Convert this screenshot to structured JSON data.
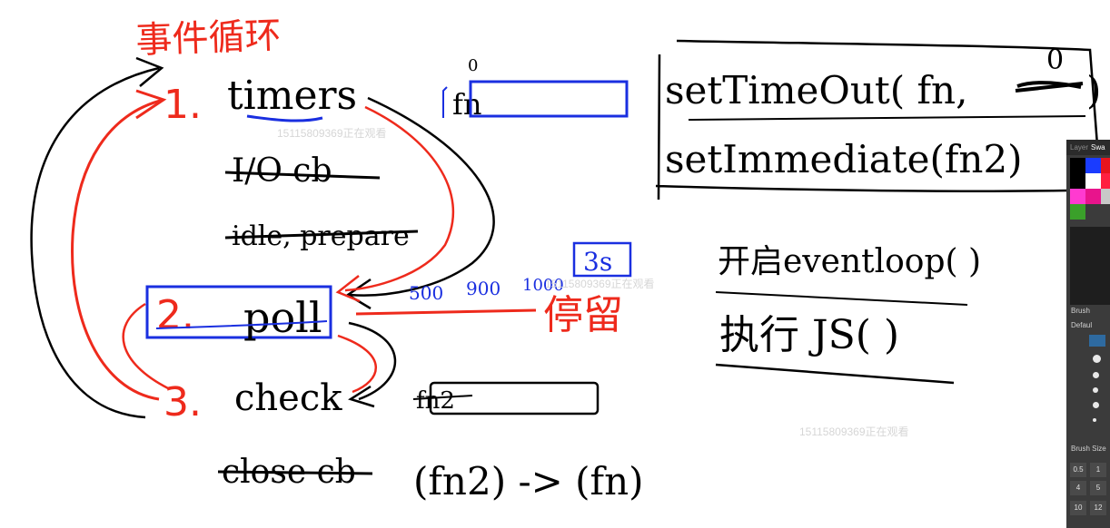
{
  "whiteboard": {
    "title_zh": "事件循环",
    "phase1_num": "1.",
    "phase1": "timers",
    "phase1_zero": "0",
    "phase1_cb": "fn",
    "struck_io": "I/O cb",
    "struck_idle": "idle, prepare",
    "phase2_num": "2.",
    "phase2": "poll",
    "phase3_num": "3.",
    "phase3": "check",
    "phase3_cb": "fn2",
    "struck_close": "close cb",
    "order_note": "(fn2) -> (fn)",
    "times": [
      "500",
      "900",
      "1000"
    ],
    "boxed_time": "3s",
    "stay_zh": "停留",
    "code1_prefix": "setTimeOut( fn, ",
    "code1_zero": "0",
    "code1_suffix": ")",
    "code2": "setImmediate(fn2)",
    "open_loop": "开启eventloop( )",
    "exec_js": "执行 JS( )",
    "watermark": "15115809369正在观看"
  },
  "panel": {
    "tab_layer": "Layer",
    "tab_swatch": "Swa",
    "brush_label": "Brush",
    "default_label": "Defaul",
    "brush_size_label": "Brush Size",
    "sizes": [
      "0.5",
      "1",
      "4",
      "5",
      "10",
      "12"
    ],
    "swatches": [
      "#000000",
      "#1a3cff",
      "#e8141d",
      "#000000",
      "#ffffff",
      "#ff2040",
      "#ff3ad0",
      "#e8148c",
      "#c8c8c8",
      "#3aa02a"
    ]
  },
  "colors": {
    "ink": "#000000",
    "red": "#ee2a1c",
    "blue": "#1a2fe0"
  }
}
